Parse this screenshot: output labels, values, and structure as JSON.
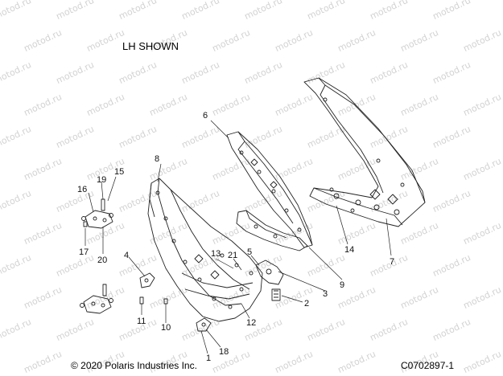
{
  "header": {
    "note": "LH SHOWN"
  },
  "footer": {
    "copyright": "© 2020 Polaris Industries Inc.",
    "diagram_id": "C0702897-1"
  },
  "watermark": {
    "text": "motod.ru"
  },
  "callouts": [
    "1",
    "2",
    "3",
    "4",
    "5",
    "6",
    "7",
    "8",
    "9",
    "10",
    "11",
    "12",
    "13",
    "14",
    "15",
    "16",
    "17",
    "18",
    "19",
    "20",
    "21"
  ],
  "colors": {
    "line": "#222222",
    "watermark": "#d2d2d2",
    "background": "#ffffff"
  }
}
